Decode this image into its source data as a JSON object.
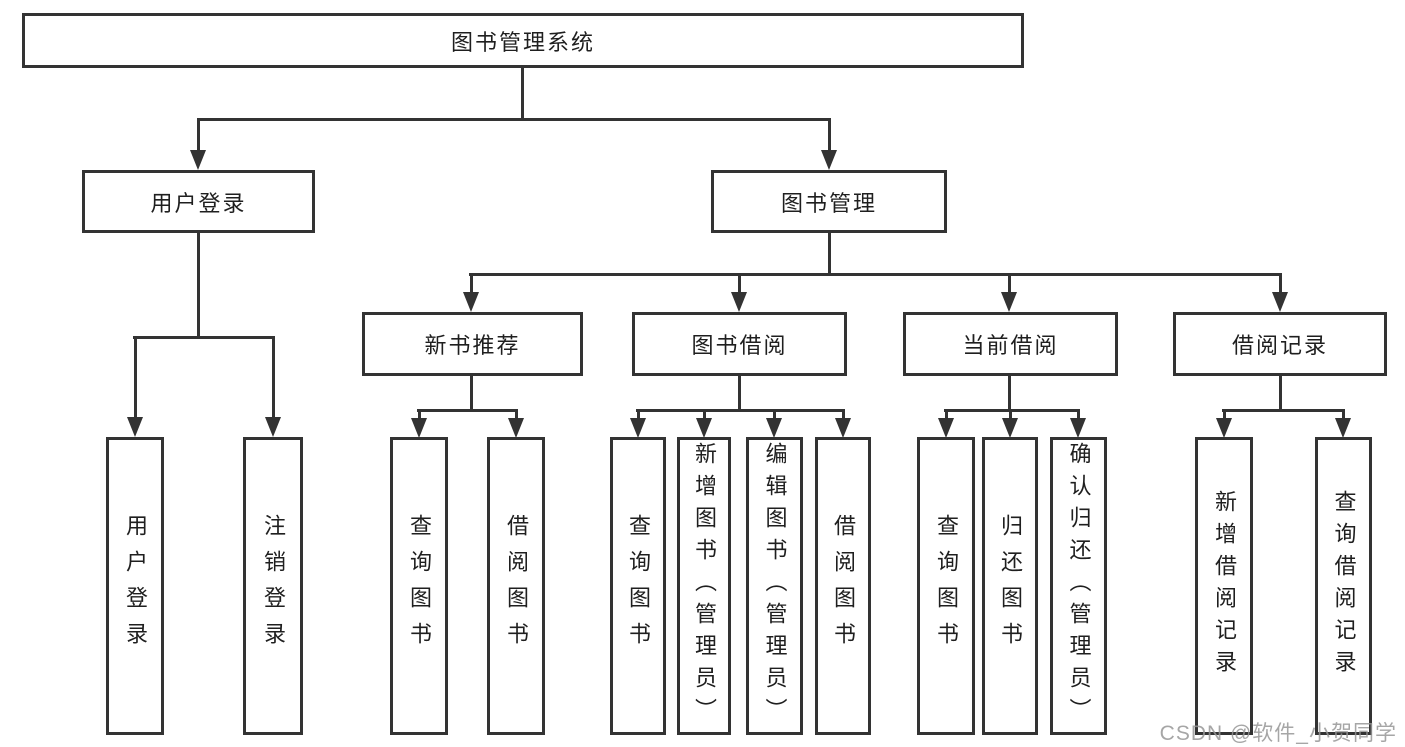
{
  "diagram": {
    "root": {
      "label": "图书管理系统"
    },
    "branches": [
      {
        "label": "用户登录",
        "children": [
          {
            "label": "用户登录"
          },
          {
            "label": "注销登录"
          }
        ]
      },
      {
        "label": "图书管理",
        "children": [
          {
            "label": "新书推荐",
            "children": [
              {
                "label": "查询图书"
              },
              {
                "label": "借阅图书"
              }
            ]
          },
          {
            "label": "图书借阅",
            "children": [
              {
                "label": "查询图书"
              },
              {
                "label": "新增图书（管理员）"
              },
              {
                "label": "编辑图书（管理员）"
              },
              {
                "label": "借阅图书"
              }
            ]
          },
          {
            "label": "当前借阅",
            "children": [
              {
                "label": "查询图书"
              },
              {
                "label": "归还图书"
              },
              {
                "label": "确认归还（管理员）"
              }
            ]
          },
          {
            "label": "借阅记录",
            "children": [
              {
                "label": "新增借阅记录"
              },
              {
                "label": "查询借阅记录"
              }
            ]
          }
        ]
      }
    ]
  },
  "watermark": {
    "text": "CSDN @软件_小贺同学"
  },
  "colors": {
    "line": "#333333",
    "text": "#1f1f1f",
    "watermark": "#969696",
    "background": "#ffffff"
  }
}
